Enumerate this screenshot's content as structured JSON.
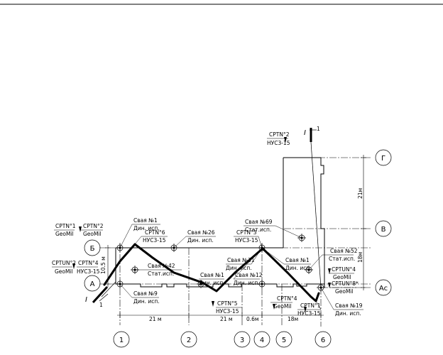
{
  "axes": {
    "num": [
      "1",
      "2",
      "3",
      "4",
      "5",
      "6"
    ],
    "letters": [
      "Г",
      "В",
      "Б",
      "А",
      "Ас"
    ]
  },
  "section": {
    "mark": "I",
    "num": "1"
  },
  "dims": {
    "d21m_bottom": "21 м",
    "d21m_mid": "21 м",
    "d06m": "0.6м",
    "d18m_bottom": "18м",
    "d105m": "10.5 м",
    "d18m_right": "18м",
    "d21m_right": "21м"
  },
  "labels": {
    "cptn1": "CPTN°1",
    "geomil1": "GeoMil",
    "cptn2": "CPTN°2",
    "geomil2": "GeoMil",
    "cptun2": "CPTUN°2",
    "geomil3": "GeoMil",
    "cptn4a": "CPTN°4",
    "nus_a": "НУС3-15",
    "pile1a": "Свая №1",
    "din1a": "Дин. исп.",
    "cptn6": "CPTN°6",
    "nus6": "НУС3-15",
    "pile26": "Свая №26",
    "din26": "Дин. исп.",
    "pile42": "Свая №42",
    "stat42": "Стат.исп.",
    "pile9": "Свая №9",
    "din9": "Дин. исп.",
    "pile69": "Свая №69",
    "stat69": "Стат.исп.",
    "cptn3": "CPTN°3",
    "nus3": "НУС3-15",
    "cptn2top": "CPTN°2",
    "nustop": "НУС3-15",
    "pile31": "Свая №31",
    "din31": "Дин. исп.",
    "pile1b": "Свая №1",
    "din1b": "Дин. исп.",
    "pile12": "Свая №12",
    "din12": "Дин. исп.",
    "pile1c": "Свая №1",
    "din1c": "Дин. исп.",
    "pile52": "Свая №52",
    "stat52": "Стат.исп.",
    "cptun4": "CPTUN°4",
    "geomil4": "GeoMil",
    "cptun8": "CPTUN°8*",
    "geomil8": "GeoMil",
    "cptn5": "CPTN°5",
    "nus5": "НУС3-15",
    "cptn4b": "CPTN°4",
    "geomil5": "GeoMil",
    "cptn1b": "CPTN°1",
    "nus1b": "НУС3-15",
    "pile19": "Свая №19",
    "din19": "Дин. исп."
  }
}
